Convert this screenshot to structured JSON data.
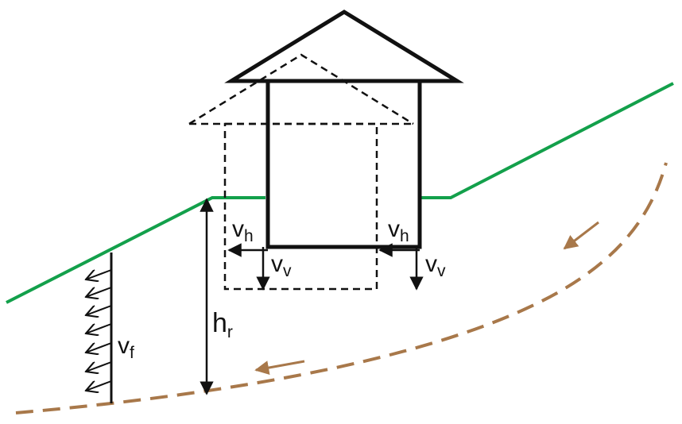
{
  "labels": {
    "vh_left": {
      "main": "v",
      "sub": "h"
    },
    "vh_right": {
      "main": "v",
      "sub": "h"
    },
    "vv_left": {
      "main": "v",
      "sub": "v"
    },
    "vv_right": {
      "main": "v",
      "sub": "v"
    },
    "vf": {
      "main": "v",
      "sub": "f"
    },
    "hr": {
      "main": "h",
      "sub": "r"
    }
  },
  "colors": {
    "ground_surface": "#13a04b",
    "slip_surface": "#a8784a",
    "structure": "#111111"
  }
}
